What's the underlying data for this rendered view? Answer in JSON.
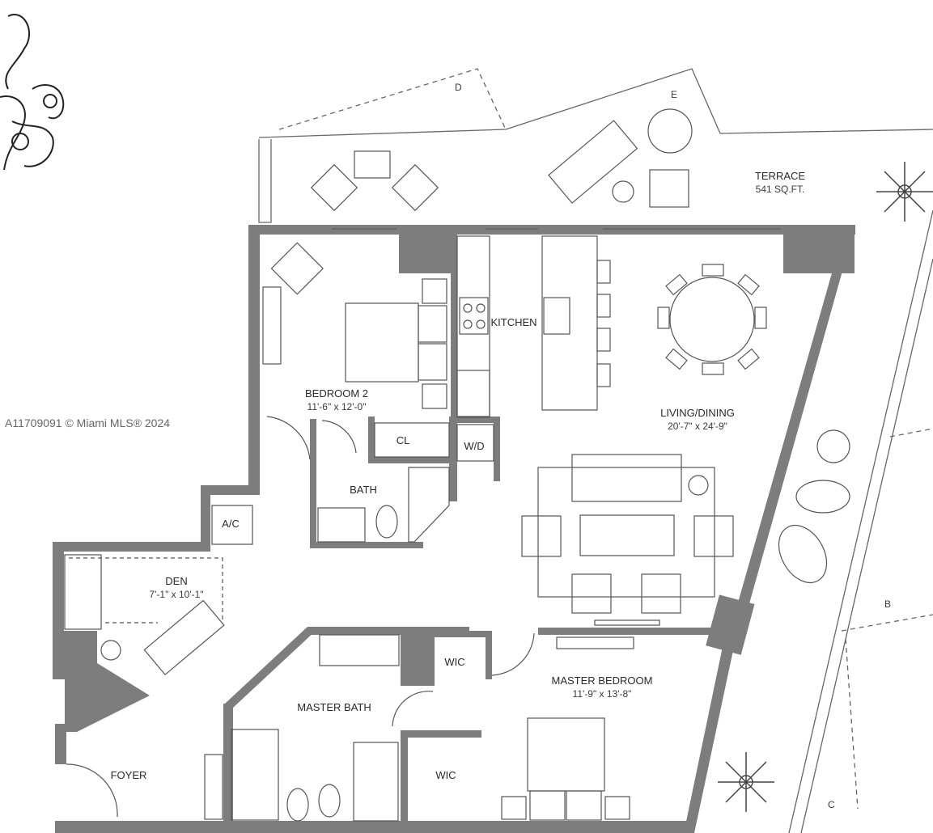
{
  "rooms": {
    "terrace": {
      "name": "TERRACE",
      "area": "541 SQ.FT."
    },
    "kitchen": {
      "name": "KITCHEN"
    },
    "bedroom2": {
      "name": "BEDROOM 2",
      "dims": "11'-6\" x 12'-0\""
    },
    "living_dining": {
      "name": "LIVING/DINING",
      "dims": "20'-7\" x 24'-9\""
    },
    "closet": {
      "name": "CL"
    },
    "washer_dryer": {
      "name": "W/D"
    },
    "bath": {
      "name": "BATH"
    },
    "ac": {
      "name": "A/C"
    },
    "den": {
      "name": "DEN",
      "dims": "7'-1\" x 10'-1\""
    },
    "master_bedroom": {
      "name": "MASTER BEDROOM",
      "dims": "11'-9\" x 13'-8\""
    },
    "master_bath": {
      "name": "MASTER BATH"
    },
    "wic_upper": {
      "name": "WIC"
    },
    "wic_lower": {
      "name": "WIC"
    },
    "foyer": {
      "name": "FOYER"
    }
  },
  "references": [
    "D",
    "E",
    "B",
    "C"
  ],
  "watermark": "A11709091 © Miami MLS® 2024",
  "colors": {
    "wall": "#7d7d7d",
    "line": "#555555",
    "background": "#ffffff"
  }
}
